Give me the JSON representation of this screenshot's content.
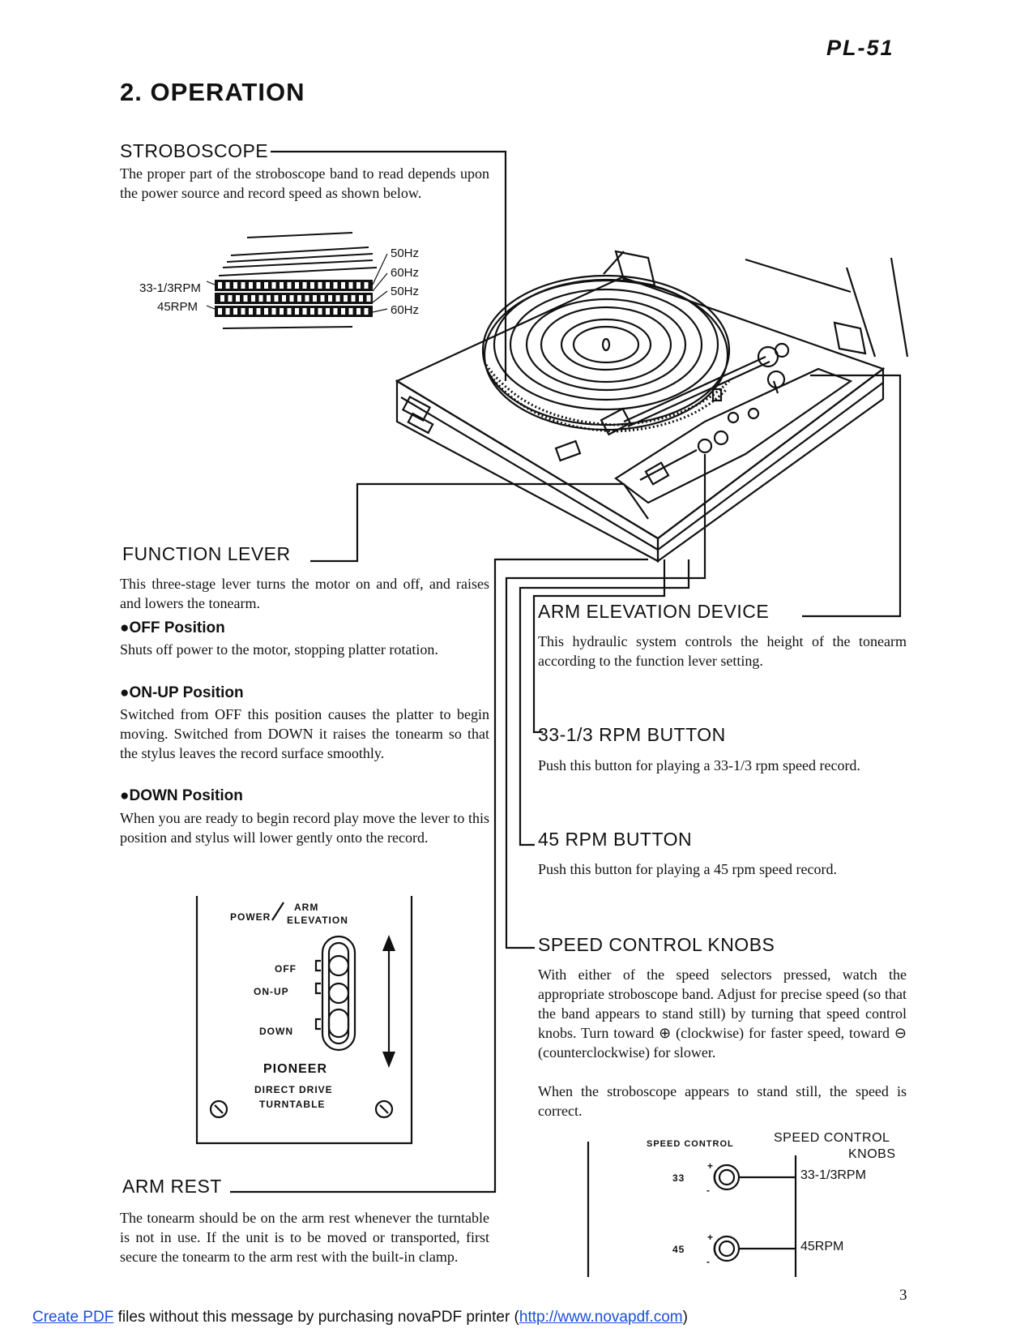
{
  "header": {
    "model": "PL-51",
    "title": "2. OPERATION",
    "page_number": "3"
  },
  "stroboscope": {
    "heading": "STROBOSCOPE",
    "text": "The proper part of the stroboscope band to read depends upon the power source and record speed as shown below.",
    "labels": {
      "rpm33": "33-1/3RPM",
      "rpm45": "45RPM",
      "hz1": "50Hz",
      "hz2": "60Hz",
      "hz3": "50Hz",
      "hz4": "60Hz"
    }
  },
  "function_lever": {
    "heading": "FUNCTION LEVER",
    "text": "This three-stage lever turns the motor on and off, and raises and lowers the tonearm.",
    "off_title": "●OFF Position",
    "off_text": "Shuts off power to the motor, stopping platter rotation.",
    "onup_title": "●ON-UP Position",
    "onup_text": "Switched from OFF this position causes the platter to begin moving. Switched from DOWN it raises the tonearm so that the stylus leaves the record surface smoothly.",
    "down_title": "●DOWN Position",
    "down_text": "When you are ready to begin record play move the lever to this position and stylus will lower gently onto the record."
  },
  "panel": {
    "power": "POWER",
    "arm": "ARM",
    "elevation": "ELEVATION",
    "off": "OFF",
    "onup": "ON-UP",
    "down": "DOWN",
    "brand": "PIONEER",
    "line1": "DIRECT DRIVE",
    "line2": "TURNTABLE"
  },
  "arm_rest": {
    "heading": "ARM REST",
    "text": "The tonearm should be on the arm rest whenever the turntable is not in use. If the unit is to be moved or transported, first secure the tonearm to the arm rest with the built-in clamp."
  },
  "arm_elevation": {
    "heading": "ARM ELEVATION DEVICE",
    "text": "This hydraulic system controls the height of the tonearm according to the function lever setting."
  },
  "btn33": {
    "heading": "33-1/3 RPM BUTTON",
    "text": "Push this button for playing a 33-1/3 rpm speed record."
  },
  "btn45": {
    "heading": "45 RPM BUTTON",
    "text": "Push this button for playing a 45 rpm speed record."
  },
  "speed_control": {
    "heading": "SPEED CONTROL KNOBS",
    "text1": "With either of the speed selectors pressed, watch the appropriate stroboscope band. Adjust for precise speed (so that the band appears to stand still) by turning that speed control knobs. Turn toward ⊕ (clockwise) for faster speed, toward ⊖ (counterclockwise) for slower.",
    "text2": "When the stroboscope appears to stand still, the speed is correct."
  },
  "knob_diagram": {
    "panel_title": "SPEED CONTROL",
    "label_line1": "SPEED CONTROL",
    "label_line2": "KNOBS",
    "k33": "33",
    "k45": "45",
    "rpm33": "33-1/3RPM",
    "rpm45": "45RPM"
  },
  "footer": {
    "link_text": "Create PDF",
    "middle": " files without this message by purchasing novaPDF printer (",
    "url": "http://www.novapdf.com",
    "close": ")"
  }
}
